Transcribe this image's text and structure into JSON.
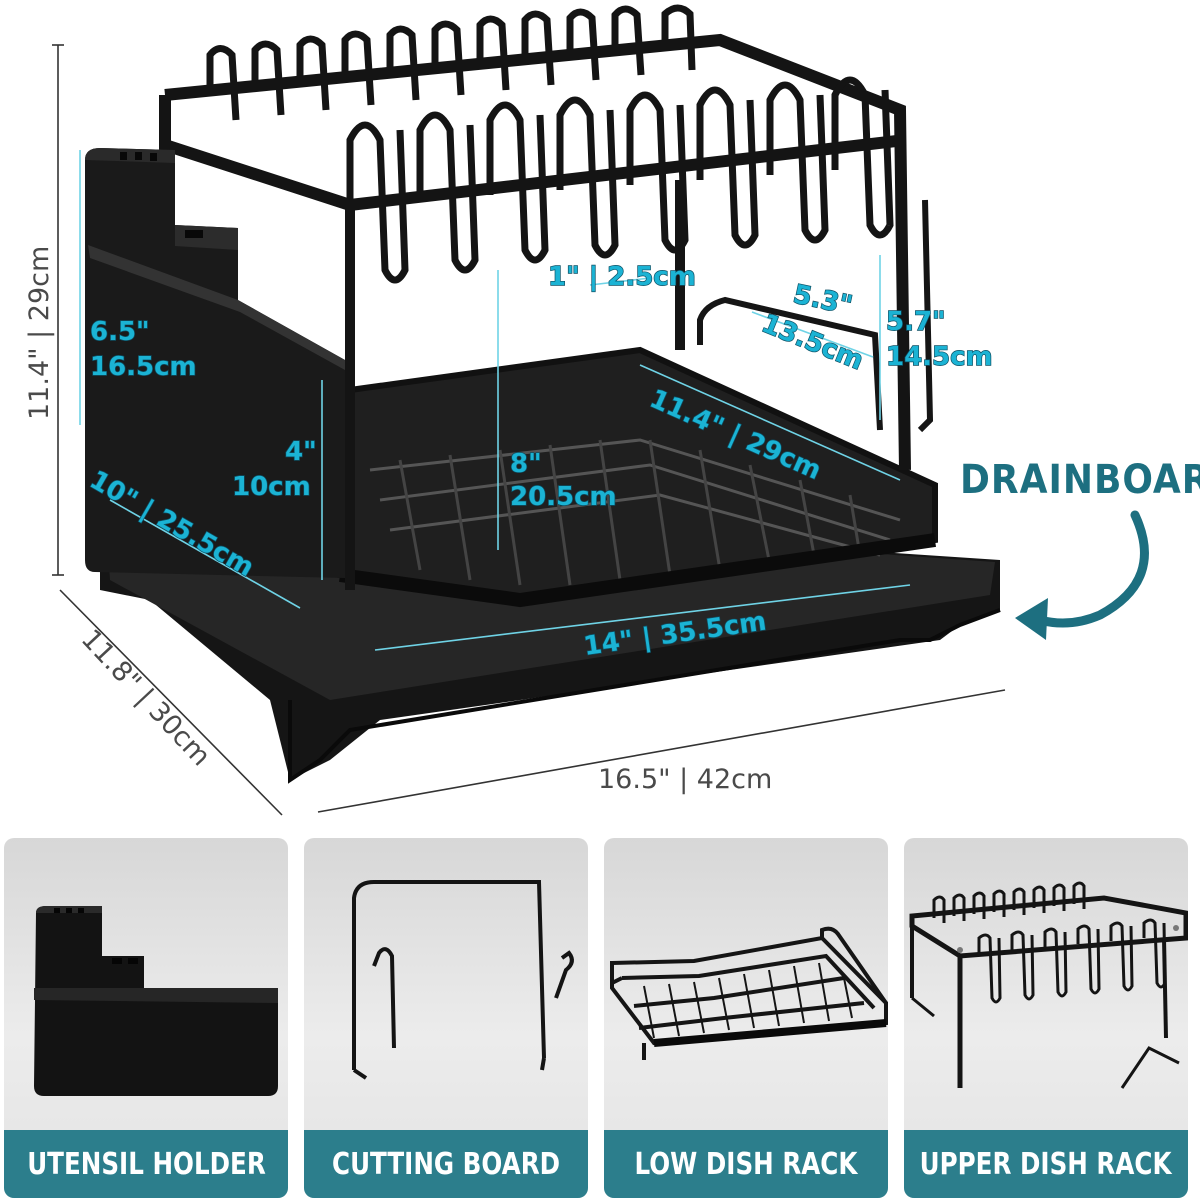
{
  "hero": {
    "callout": "DRAINBOARD",
    "dimensions": {
      "height": "11.4\" | 29cm",
      "depth": "11.8\" | 30cm",
      "width": "16.5\" | 42cm",
      "holder_height_in": "6.5\"",
      "holder_height_cm": "16.5cm",
      "cup_depth_in": "4\"",
      "cup_depth_cm": "10cm",
      "lower_rack_depth": "10\" | 25.5cm",
      "tine_gap": "1\" | 2.5cm",
      "board_width_in": "5.3\"",
      "board_width_cm": "13.5cm",
      "board_height_in": "5.7\"",
      "board_height_cm": "14.5cm",
      "rack_length": "11.4\" | 29cm",
      "clearance_in": "8\"",
      "clearance_cm": "20.5cm",
      "tray_length": "14\" | 35.5cm"
    }
  },
  "components": [
    {
      "label": "UTENSIL HOLDER"
    },
    {
      "label": "CUTTING BOARD"
    },
    {
      "label": "LOW DISH RACK"
    },
    {
      "label": "UPPER DISH RACK"
    }
  ],
  "colors": {
    "accent": "#2c7e8c",
    "dimension_text": "#1bb3d4",
    "product": "#151515"
  }
}
